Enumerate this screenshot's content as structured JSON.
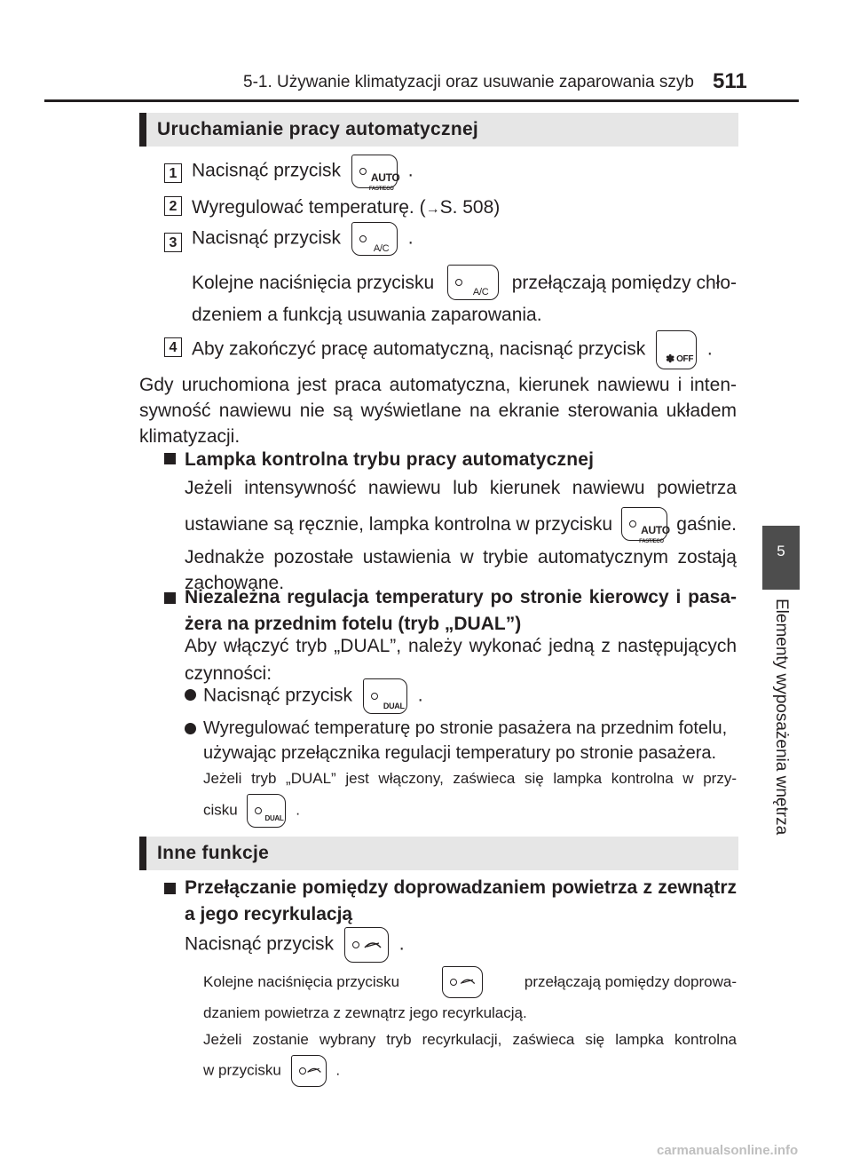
{
  "header": {
    "title": "5-1. Używanie klimatyzacji oraz usuwanie zaparowania szyb",
    "page_number": "511"
  },
  "sidebar": {
    "chapter_number": "5",
    "chapter_title": "Elementy wyposażenia wnętrza"
  },
  "section1": {
    "title": "Uruchamianie pracy automatycznej",
    "steps": [
      {
        "num": "1",
        "text_before": "Nacisnąć przycisk",
        "button": "AUTO",
        "button_sub": "FAST/ECO",
        "text_after": "."
      },
      {
        "num": "2",
        "text": "Wyregulować temperaturę. (",
        "ref_arrow": "→",
        "ref_text": "S. 508)"
      },
      {
        "num": "3",
        "text_before": "Nacisnąć przycisk",
        "button": "A/C",
        "text_after": "."
      }
    ],
    "ac_note_before": "Kolejne naciśnięcia przycisku",
    "ac_note_after": "przełączają pomiędzy chło-",
    "ac_note_line2": "dzeniem a funkcją usuwania zaparowania.",
    "step4": {
      "num": "4",
      "text_before": "Aby zakończyć pracę automatyczną, nacisnąć przycisk",
      "button": "OFF",
      "text_after": "."
    },
    "para_line1": "Gdy uruchomiona jest praca automatyczna, kierunek nawiewu i inten-",
    "para_line2": "sywność nawiewu nie są wyświetlane na ekranie sterowania układem",
    "para_line3": "klimatyzacji.",
    "sub1": {
      "title": "Lampka kontrolna trybu pracy automatycznej",
      "line1": "Jeżeli intensywność nawiewu lub kierunek nawiewu powietrza",
      "line2_before": "ustawiane są ręcznie, lampka kontrolna w przycisku",
      "line2_after": "gaśnie.",
      "line3": "Jednakże pozostałe ustawienia w trybie automatycznym zostają",
      "line4": "zachowane."
    },
    "sub2": {
      "title_line1": "Niezależna regulacja temperatury po stronie kierowcy i pasa-",
      "title_line2": "żera na przednim fotelu (tryb „DUAL”)",
      "line1": "Aby włączyć tryb „DUAL”, należy wykonać jedną z następujących",
      "line2": "czynności:",
      "bullet1_before": "Nacisnąć przycisk",
      "bullet1_button": "DUAL",
      "bullet1_after": ".",
      "bullet2_line1": "Wyregulować temperaturę po stronie pasażera na przednim fotelu,",
      "bullet2_line2": "używając przełącznika regulacji temperatury po stronie pasażera.",
      "note_line1": "Jeżeli tryb „DUAL” jest włączony, zaświeca się lampka kontrolna w przy-",
      "note_line2_before": "cisku",
      "note_line2_after": "."
    }
  },
  "section2": {
    "title": "Inne funkcje",
    "sub1": {
      "title_line1": "Przełączanie pomiędzy doprowadzaniem powietrza z zewnątrz",
      "title_line2": "a jego recyrkulacją",
      "press_before": "Nacisnąć przycisk",
      "press_after": ".",
      "note1_before": "Kolejne naciśnięcia przycisku",
      "note1_after": "przełączają pomiędzy doprowa-",
      "note1_line2": "dzaniem powietrza z zewnątrz jego recyrkulacją.",
      "note2_line1": "Jeżeli zostanie wybrany tryb recyrkulacji, zaświeca się lampka kontrolna",
      "note2_line2_before": "w przycisku",
      "note2_line2_after": "."
    }
  },
  "watermark": "carmanualsonline.info",
  "icons": [
    "auto-button-icon",
    "ac-button-icon",
    "fan-off-button-icon",
    "dual-button-icon",
    "recirculation-button-icon"
  ]
}
